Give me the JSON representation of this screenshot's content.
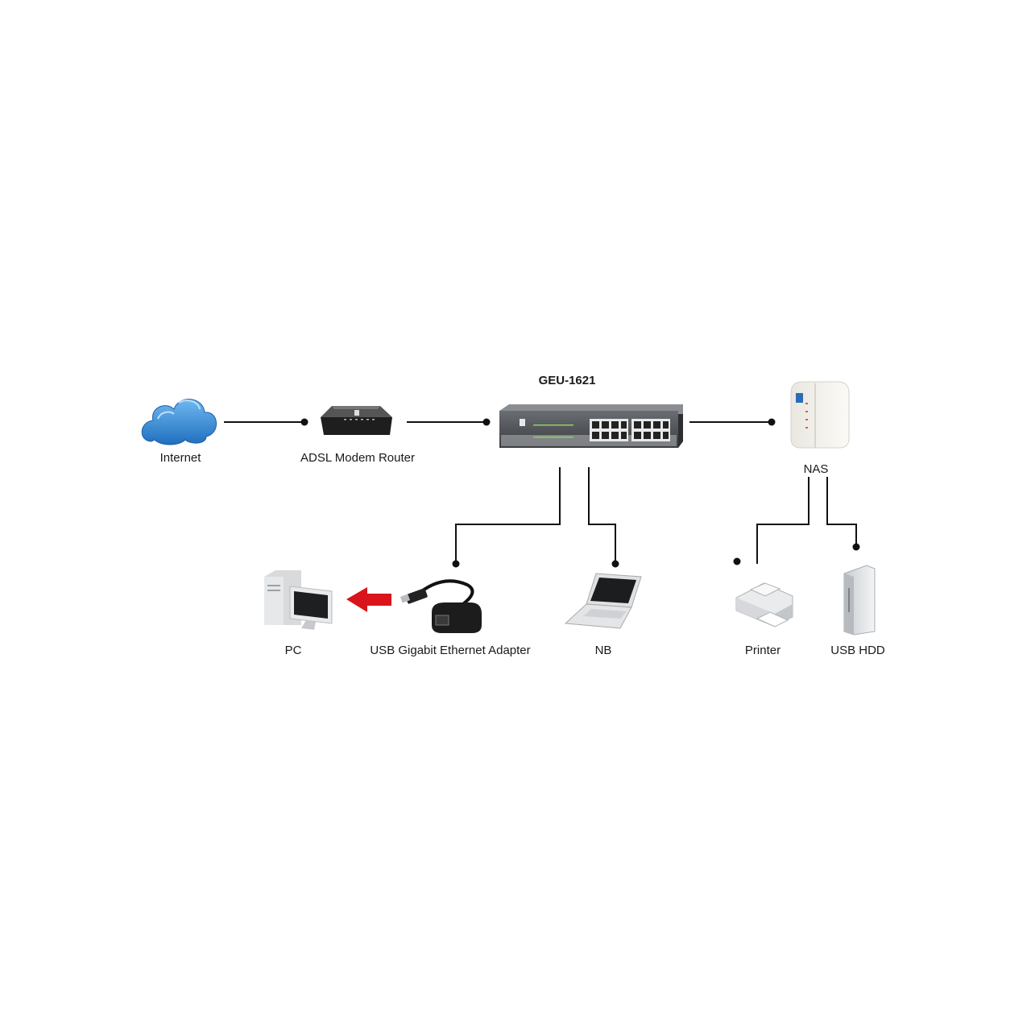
{
  "diagram": {
    "switch_model": "GEU-1621",
    "nodes": {
      "internet": "Internet",
      "router": "ADSL Modem Router",
      "nas": "NAS",
      "pc": "PC",
      "adapter": "USB Gigabit Ethernet Adapter",
      "nb": "NB",
      "printer": "Printer",
      "usb_hdd": "USB HDD"
    },
    "colors": {
      "line": "#111111",
      "cloud": "#2e86d6",
      "arrow": "#d9141b",
      "switch_body": "#4a4d52",
      "port_block": "#e8e8e8"
    }
  }
}
